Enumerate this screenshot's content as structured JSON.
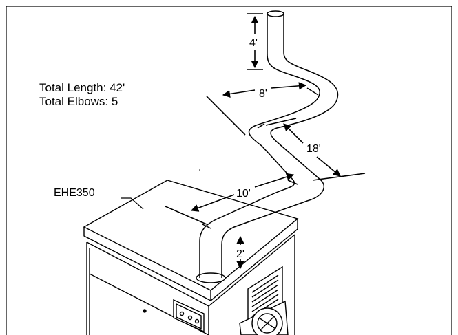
{
  "info": {
    "total_length": "Total Length: 42'",
    "total_elbows": "Total Elbows: 5"
  },
  "labels": {
    "model": "EHE350",
    "dim_4": "4'",
    "dim_8": "8'",
    "dim_18": "18'",
    "dim_10": "10'",
    "dim_2": "2'"
  },
  "colors": {
    "line": "#000000",
    "background": "#ffffff"
  }
}
